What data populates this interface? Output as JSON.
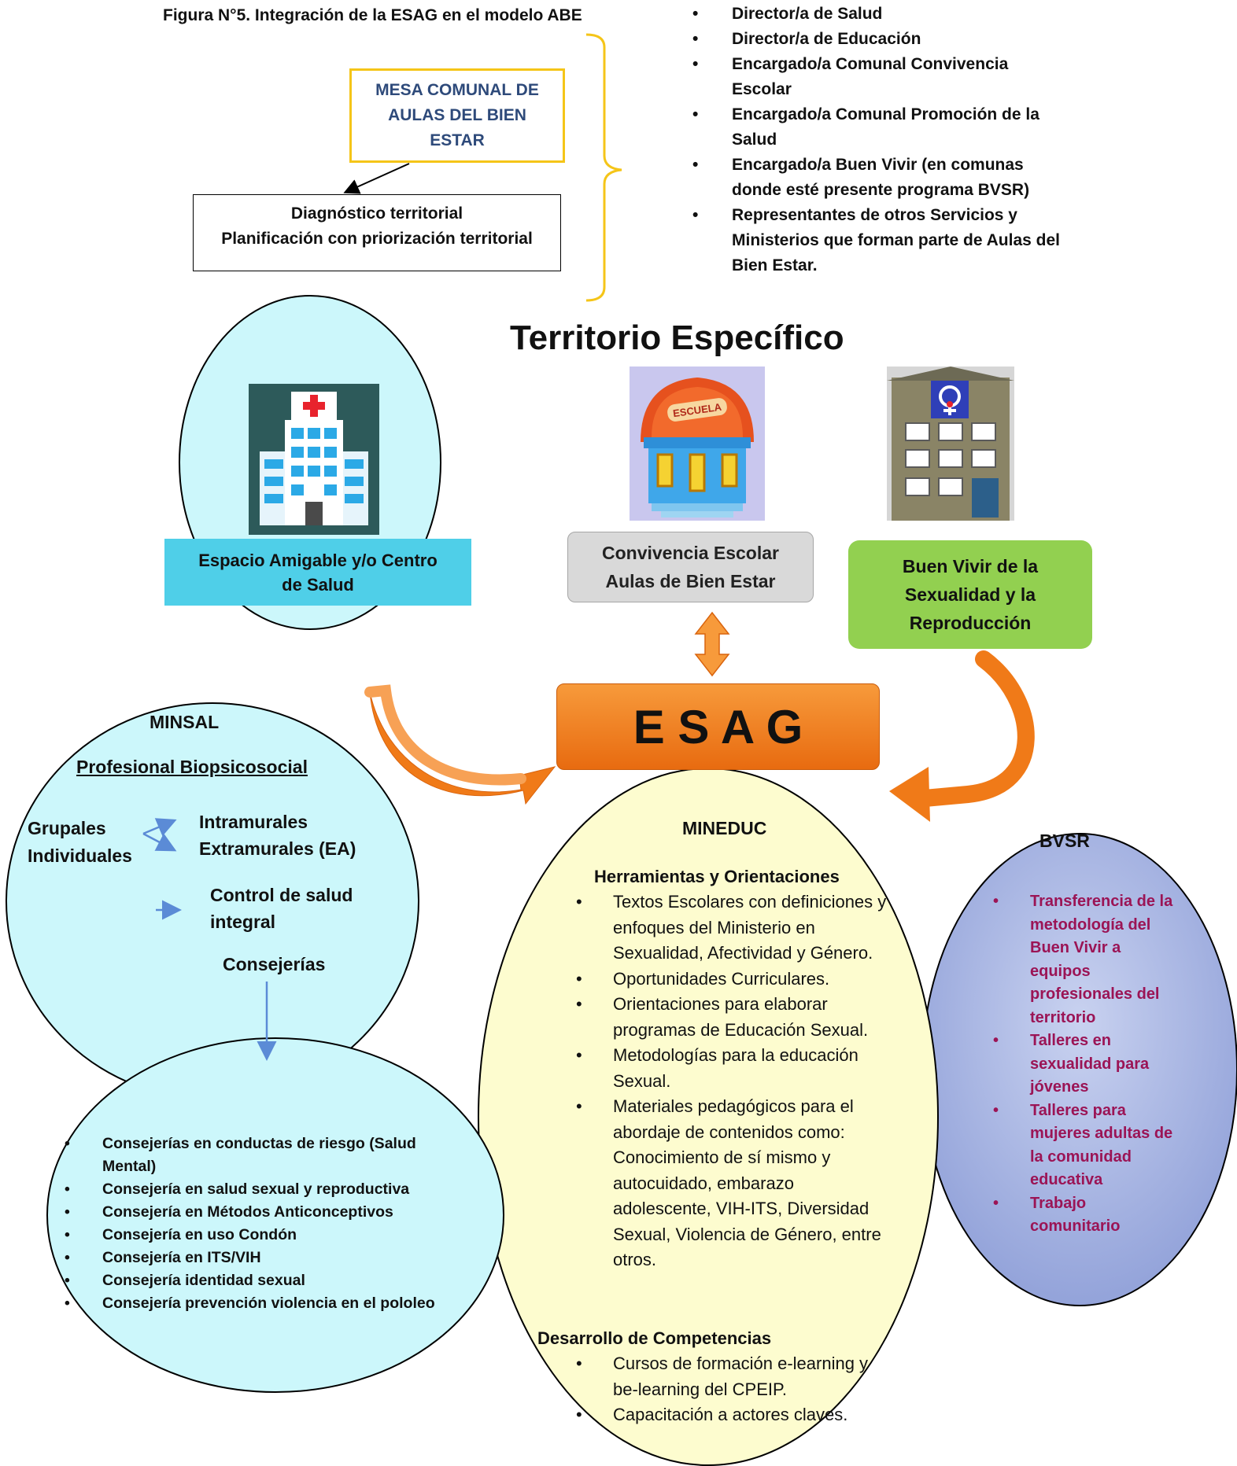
{
  "figure_title": "Figura N°5. Integración de la ESAG en el modelo ABE",
  "mesa": {
    "text": "MESA COMUNAL DE AULAS DEL BIEN ESTAR"
  },
  "diagnostico": {
    "line1": "Diagnóstico territorial",
    "line2": "Planificación con priorización territorial"
  },
  "members": [
    "Director/a de Salud",
    "Director/a de Educación",
    "Encargado/a Comunal Convivencia Escolar",
    "Encargado/a Comunal Promoción de la Salud",
    "Encargado/a Buen Vivir (en comunas donde esté presente programa BVSR)",
    "Representantes de otros Servicios y Ministerios que forman parte de Aulas del Bien Estar."
  ],
  "territorio_title": "Territorio Específico",
  "icons": {
    "hospital": "hospital-icon",
    "school": "school-icon",
    "school_sign": "ESCUELA",
    "building": "building-icon"
  },
  "boxes": {
    "espacio": "Espacio Amigable y/o Centro de Salud",
    "convivencia_l1": "Convivencia Escolar",
    "convivencia_l2": "Aulas de Bien Estar",
    "buenvivir": "Buen Vivir de la Sexualidad y la Reproducción",
    "esag": "E S A G"
  },
  "minsal": {
    "title": "MINSAL",
    "subtitle": "Profesional Biopsicosocial",
    "grupales": "Grupales",
    "individuales": "Individuales",
    "intramurales": "Intramurales",
    "extramurales": "Extramurales (EA)",
    "control_l1": "Control de salud",
    "control_l2": "integral",
    "consejerias": "Consejerías"
  },
  "consejerias_list": [
    "Consejerías en conductas de riesgo (Salud Mental)",
    "Consejería en salud sexual y reproductiva",
    "Consejería en Métodos Anticonceptivos",
    "Consejería en uso Condón",
    "Consejería en ITS/VIH",
    "Consejería identidad sexual",
    "Consejería prevención violencia en el pololeo"
  ],
  "mineduc": {
    "title": "MINEDUC",
    "herramientas_heading": "Herramientas y Orientaciones",
    "herramientas": [
      "Textos Escolares con definiciones y enfoques del Ministerio en Sexualidad, Afectividad y Género.",
      "Oportunidades Curriculares.",
      "Orientaciones para elaborar programas de Educación Sexual.",
      "Metodologías para la educación Sexual.",
      "Materiales pedagógicos para el abordaje de contenidos como: Conocimiento de sí mismo y autocuidado, embarazo adolescente, VIH-ITS, Diversidad Sexual, Violencia de Género, entre otros."
    ],
    "desarrollo_heading": "Desarrollo de Competencias",
    "desarrollo": [
      "Cursos de formación e-learning y be-learning del CPEIP.",
      "Capacitación a actores claves."
    ]
  },
  "bvsr": {
    "title": "BVSR",
    "items": [
      "Transferencia de la metodología del Buen Vivir a equipos profesionales del territorio",
      "Talleres en sexualidad para jóvenes",
      "Talleres para mujeres adultas de la comunidad educativa",
      "Trabajo comunitario"
    ]
  },
  "colors": {
    "mesa_border": "#f5c518",
    "mesa_text": "#2e4a7a",
    "bracket": "#f5c518",
    "cyan_box": "#4fcfe8",
    "grey_box": "#d9d9d9",
    "green_box": "#92d050",
    "orange": "#f07a18",
    "light_cyan": "#ccf7fb",
    "light_yellow": "#fdfccf",
    "bvsr_fill": "#a9b7e1",
    "bvsr_text": "#9b1455",
    "blue_arrow": "#5b8bd6"
  }
}
